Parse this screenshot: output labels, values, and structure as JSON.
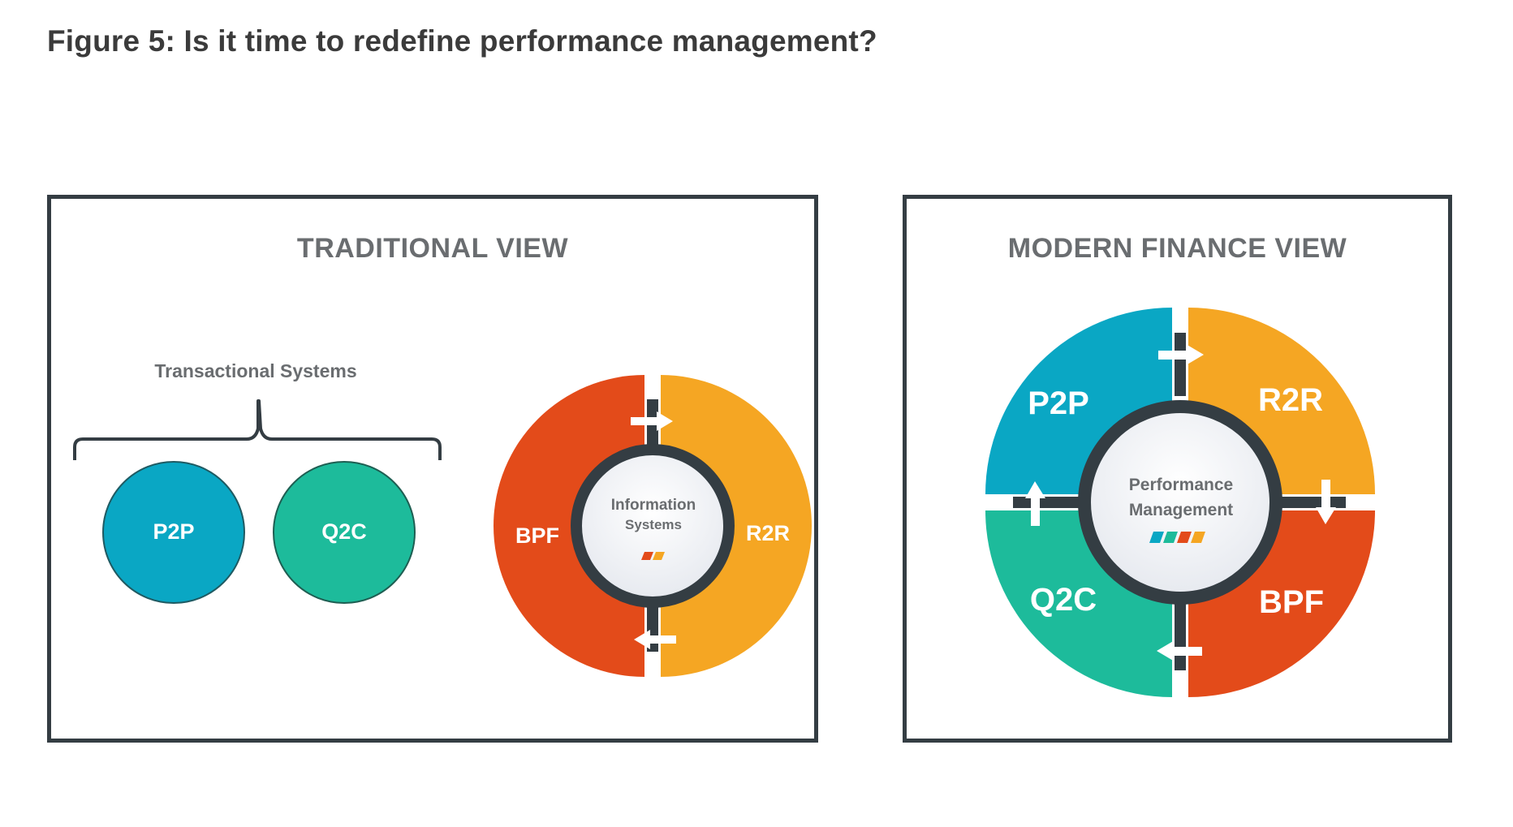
{
  "figure_title": "Figure 5:  Is it time to redefine performance management?",
  "traditional": {
    "title": "TRADITIONAL VIEW",
    "bracket_label": "Transactional Systems",
    "circles": [
      {
        "label": "P2P",
        "color": "#0aa7c4"
      },
      {
        "label": "Q2C",
        "color": "#1dbb9b"
      }
    ],
    "ring": {
      "left_label": "BPF",
      "right_label": "R2R",
      "center_lines": [
        "Information",
        "Systems"
      ],
      "left_color": "#e34b1a",
      "right_color": "#f5a623"
    }
  },
  "modern": {
    "title": "MODERN FINANCE VIEW",
    "quadrants": [
      {
        "label": "P2P",
        "color": "#0aa7c4"
      },
      {
        "label": "R2R",
        "color": "#f5a623"
      },
      {
        "label": "Q2C",
        "color": "#1dbb9b"
      },
      {
        "label": "BPF",
        "color": "#e34b1a"
      }
    ],
    "center_lines": [
      "Performance",
      "Management"
    ]
  },
  "colors": {
    "frame": "#343d43",
    "ring": "#343d43",
    "center_fill": "#f1f3f6",
    "text_gray": "#6a6d70"
  }
}
